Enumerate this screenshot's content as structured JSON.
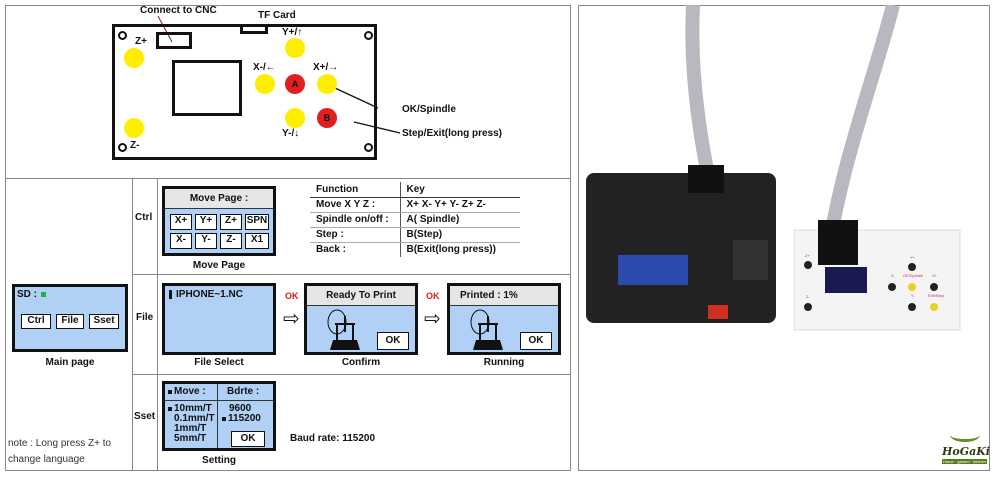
{
  "diagram": {
    "connect_label": "Connect to CNC",
    "tf_label": "TF Card",
    "buttons": {
      "zplus": "Z+",
      "zminus": "Z-",
      "yplus": "Y+/↑",
      "yminus": "Y-/↓",
      "xminus": "X-/←",
      "xplus": "X+/→",
      "a": "A",
      "b": "B"
    },
    "callouts": {
      "ok": "OK/Spindle",
      "step": "Step/Exit(long press)"
    },
    "button_color": "#ffee00",
    "action_color": "#e02020"
  },
  "main_page": {
    "sd": "SD :",
    "keys": [
      "Ctrl",
      "File",
      "Sset"
    ],
    "caption": "Main page",
    "note": "note : Long press Z+ to change language"
  },
  "ctrl": {
    "row_label": "Ctrl",
    "screen_title": "Move Page :",
    "keys": [
      "X+",
      "Y+",
      "Z+",
      "SPN",
      "X-",
      "Y-",
      "Z-",
      "X1"
    ],
    "caption": "Move Page",
    "table": {
      "headers": [
        "Function",
        "Key"
      ],
      "rows": [
        [
          "Move X Y Z :",
          "X+  X-  Y+  Y-  Z+  Z-"
        ],
        [
          "Spindle on/off :",
          "A( Spindle)"
        ],
        [
          "Step :",
          "B(Step)"
        ],
        [
          "Back :",
          "B(Exit(long press))"
        ]
      ]
    }
  },
  "file": {
    "row_label": "File",
    "file_name": "IPHONE~1.NC",
    "caption_select": "File Select",
    "ok1": "OK",
    "confirm_title": "Ready To Print",
    "ok_btn": "OK",
    "caption_confirm": "Confirm",
    "ok2": "OK",
    "running_title": "Printed : 1%",
    "caption_running": "Running",
    "progress_percent": 1
  },
  "sset": {
    "row_label": "Sset",
    "move_header": "Move :",
    "baud_header": "Bdrte :",
    "moves": [
      "10mm/T",
      "0.1mm/T",
      "1mm/T",
      "5mm/T"
    ],
    "bauds": [
      "9600",
      "115200"
    ],
    "ok": "OK",
    "caption": "Setting",
    "baud_text": "Baud rate: 115200"
  },
  "photo": {
    "controller_labels": [
      "Z+",
      "Z-",
      "Y+",
      "X-",
      "OK/Spindle",
      "X+",
      "Y-",
      "Exit/Step"
    ],
    "logo": "HoGaKi",
    "logo_tagline": "Home · garden · kitchen"
  },
  "lcd_color": "#b0d0f5"
}
